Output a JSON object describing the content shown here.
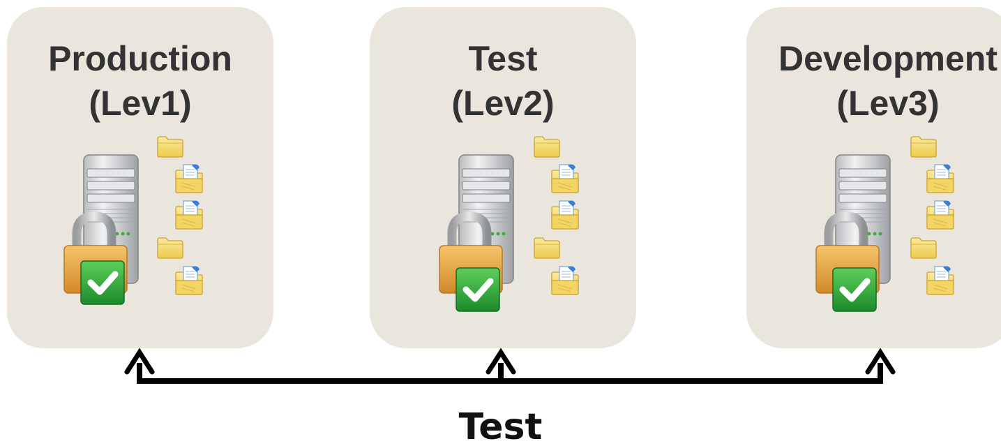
{
  "environments": [
    {
      "name": "Production",
      "level": "(Lev1)",
      "icons": [
        "server-icon",
        "padlock-icon",
        "checkmark-icon",
        "folder-icon",
        "document-folder-icon"
      ]
    },
    {
      "name": "Test",
      "level": "(Lev2)",
      "icons": [
        "server-icon",
        "padlock-icon",
        "checkmark-icon",
        "folder-icon",
        "document-folder-icon"
      ]
    },
    {
      "name": "Development",
      "level": "(Lev3)",
      "icons": [
        "server-icon",
        "padlock-icon",
        "checkmark-icon",
        "folder-icon",
        "document-folder-icon"
      ]
    }
  ],
  "bottom_label": "Test",
  "colors": {
    "panel": "#ebe6dd",
    "title_text": "#333333",
    "arrow": "#000000",
    "folder": "#f7dd72",
    "lock": "#e2a84a",
    "check_badge": "#2fa640"
  }
}
